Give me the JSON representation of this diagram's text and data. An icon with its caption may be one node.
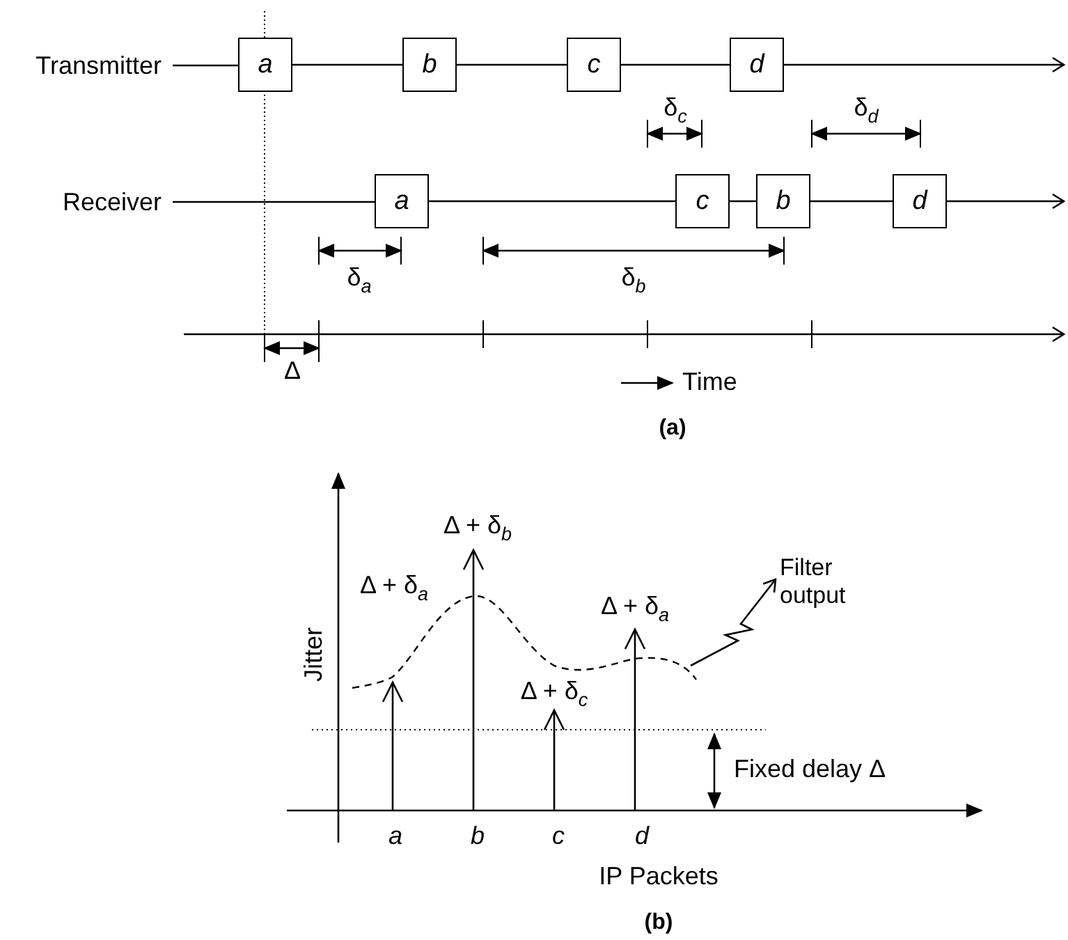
{
  "diagram": {
    "nodes": [
      {
        "text": [
          "Transmitter"
        ]
      },
      {
        "text": [
          "a"
        ]
      },
      {
        "text": [
          "b"
        ]
      },
      {
        "text": [
          "c"
        ]
      },
      {
        "text": [
          "d"
        ]
      },
      {
        "text": [
          "Receiver"
        ]
      },
      {
        "text": [
          "a"
        ]
      },
      {
        "text": [
          "c"
        ]
      },
      {
        "text": [
          "b"
        ]
      },
      {
        "text": [
          "d"
        ]
      },
      {
        "text": [
          "Filter output"
        ]
      }
    ],
    "edges": [
      {
        "from": 0,
        "to": 1,
        "arrow": "none"
      },
      {
        "from": 1,
        "to": 2,
        "arrow": "none"
      },
      {
        "from": 2,
        "to": 3,
        "arrow": "none"
      },
      {
        "from": 3,
        "to": 4,
        "arrow": "none"
      },
      {
        "from": 4,
        "to": null,
        "arrow": "to"
      },
      {
        "from": 5,
        "to": 6,
        "arrow": "none"
      },
      {
        "from": 6,
        "to": 7,
        "arrow": "none"
      },
      {
        "from": 7,
        "to": 8,
        "arrow": "none"
      },
      {
        "from": 8,
        "to": 9,
        "arrow": "none"
      },
      {
        "from": 9,
        "to": null,
        "arrow": "to"
      },
      {
        "from": null,
        "to": 10,
        "arrow": "to"
      }
    ],
    "labels": [
      "δ$_{c}$",
      "δ$_{d}$",
      "δ$_{a}$",
      "δ$_{b}$",
      "Δ",
      "Time",
      "(a)",
      "Jitter",
      "Δ + δ$_{b}$",
      "Δ + δ$_{a}$",
      "Δ + δ$_{a}$",
      "Δ + δ$_{c}$",
      "Fixed delay Δ",
      "a",
      "b",
      "c",
      "d",
      "IP Packets",
      "(b)"
    ]
  }
}
